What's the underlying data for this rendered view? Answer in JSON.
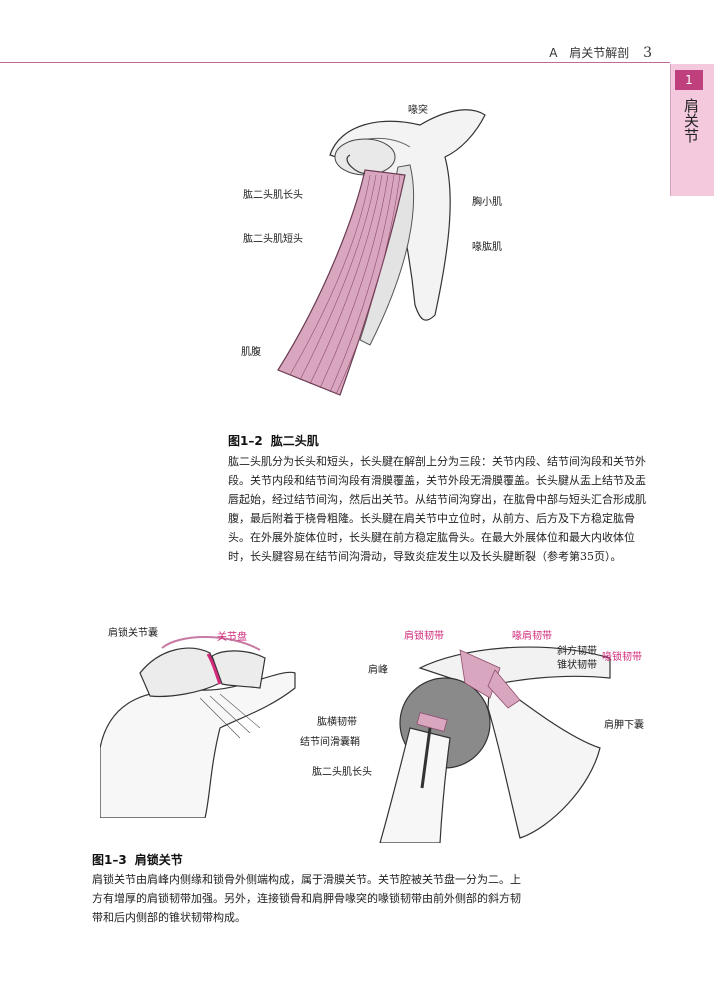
{
  "header": {
    "section": "A",
    "title": "肩关节解剖",
    "page_number": "3"
  },
  "side_tab": {
    "number": "1",
    "label": "肩关节"
  },
  "figure_1_2": {
    "labels": {
      "coracoid": "喙突",
      "long_head": "肱二头肌长头",
      "pec_minor": "胸小肌",
      "short_head": "肱二头肌短头",
      "coracobrachialis": "喙肱肌",
      "belly": "肌腹"
    },
    "caption_number": "图1–2",
    "caption_title": "肱二头肌",
    "caption_body": "肱二头肌分为长头和短头，长头腱在解剖上分为三段：关节内段、结节间沟段和关节外段。关节内段和结节间沟段有滑膜覆盖，关节外段无滑膜覆盖。长头腱从盂上结节及盂唇起始，经过结节间沟，然后出关节。从结节间沟穿出，在肱骨中部与短头汇合形成肌腹，最后附着于桡骨粗隆。长头腱在肩关节中立位时，从前方、后方及下方稳定肱骨头。在外展外旋体位时，长头腱在前方稳定肱骨头。在最大外展体位和最大内收体位时，长头腱容易在结节间沟滑动，导致炎症发生以及长头腱断裂（参考第35页）。"
  },
  "figure_1_3": {
    "labels": {
      "ac_capsule": "肩锁关节囊",
      "disc": "关节盘",
      "ac_ligament": "肩锁韧带",
      "cc_ligament_top": "喙肩韧带",
      "trapezoid": "斜方韧带",
      "conoid": "锥状韧带",
      "coracoclavicular": "喙锁韧带",
      "acromion": "肩峰",
      "transverse_lig": "肱横韧带",
      "sheath": "结节间滑囊鞘",
      "subscap_bursa": "肩胛下囊",
      "long_head": "肱二头肌长头"
    },
    "caption_number": "图1–3",
    "caption_title": "肩锁关节",
    "caption_body": "肩锁关节由肩峰内侧缘和锁骨外侧端构成，属于滑膜关节。关节腔被关节盘一分为二。上方有增厚的肩锁韧带加强。另外，连接锁骨和肩胛骨喙突的喙锁韧带由前外侧部的斜方韧带和后内侧部的锥状韧带构成。"
  },
  "colors": {
    "accent": "#c0407e",
    "muscle_pink": "#d9a6c0",
    "tab_bg": "#f4c9de"
  }
}
